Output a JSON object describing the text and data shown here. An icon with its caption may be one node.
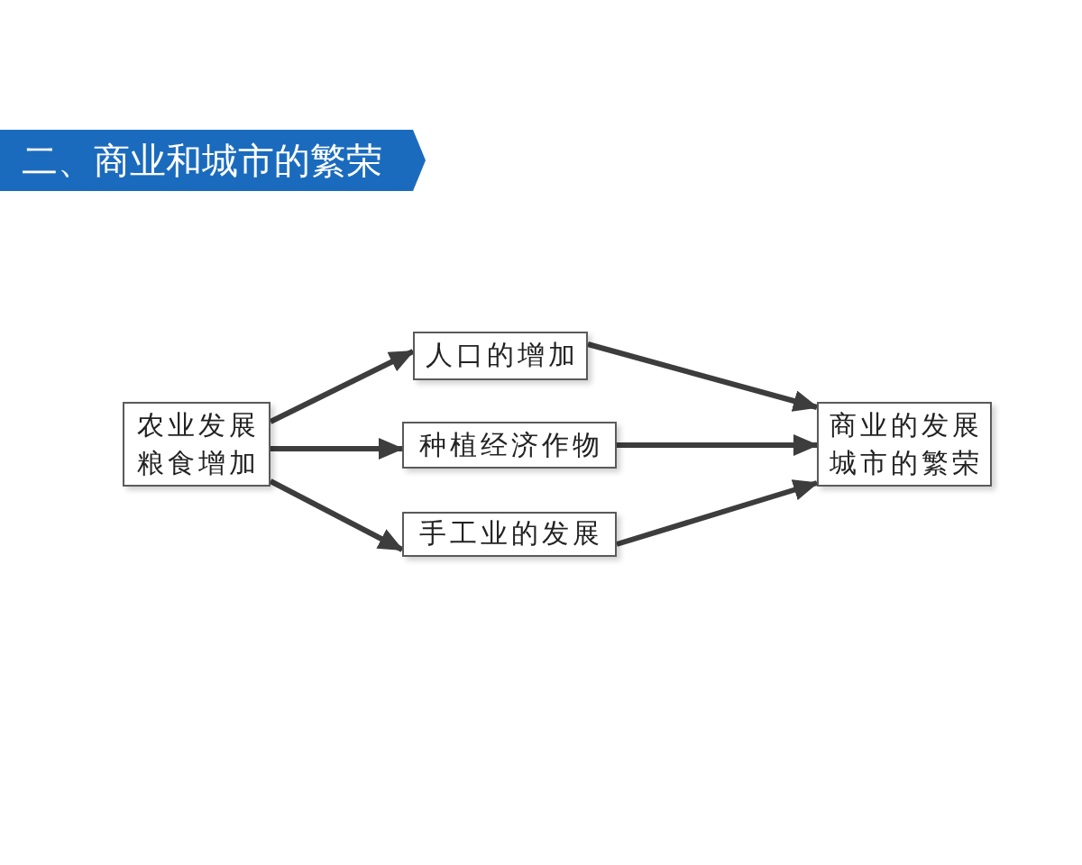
{
  "diagram": {
    "title": "二、商业和城市的繁荣",
    "nodes": [
      {
        "text": [
          "农业发展粮食增加"
        ]
      },
      {
        "text": [
          "人口的增加"
        ]
      },
      {
        "text": [
          "种植经济作物"
        ]
      },
      {
        "text": [
          "手工业的发展"
        ]
      },
      {
        "text": [
          "商业的发展城市的繁荣"
        ]
      }
    ],
    "edges": [
      {
        "from": 0,
        "to": 1,
        "arrow": "to"
      },
      {
        "from": 0,
        "to": 2,
        "arrow": "to"
      },
      {
        "from": 0,
        "to": 3,
        "arrow": "to"
      },
      {
        "from": 1,
        "to": 4,
        "arrow": "to"
      },
      {
        "from": 2,
        "to": 4,
        "arrow": "to"
      },
      {
        "from": 3,
        "to": 4,
        "arrow": "to"
      }
    ]
  }
}
